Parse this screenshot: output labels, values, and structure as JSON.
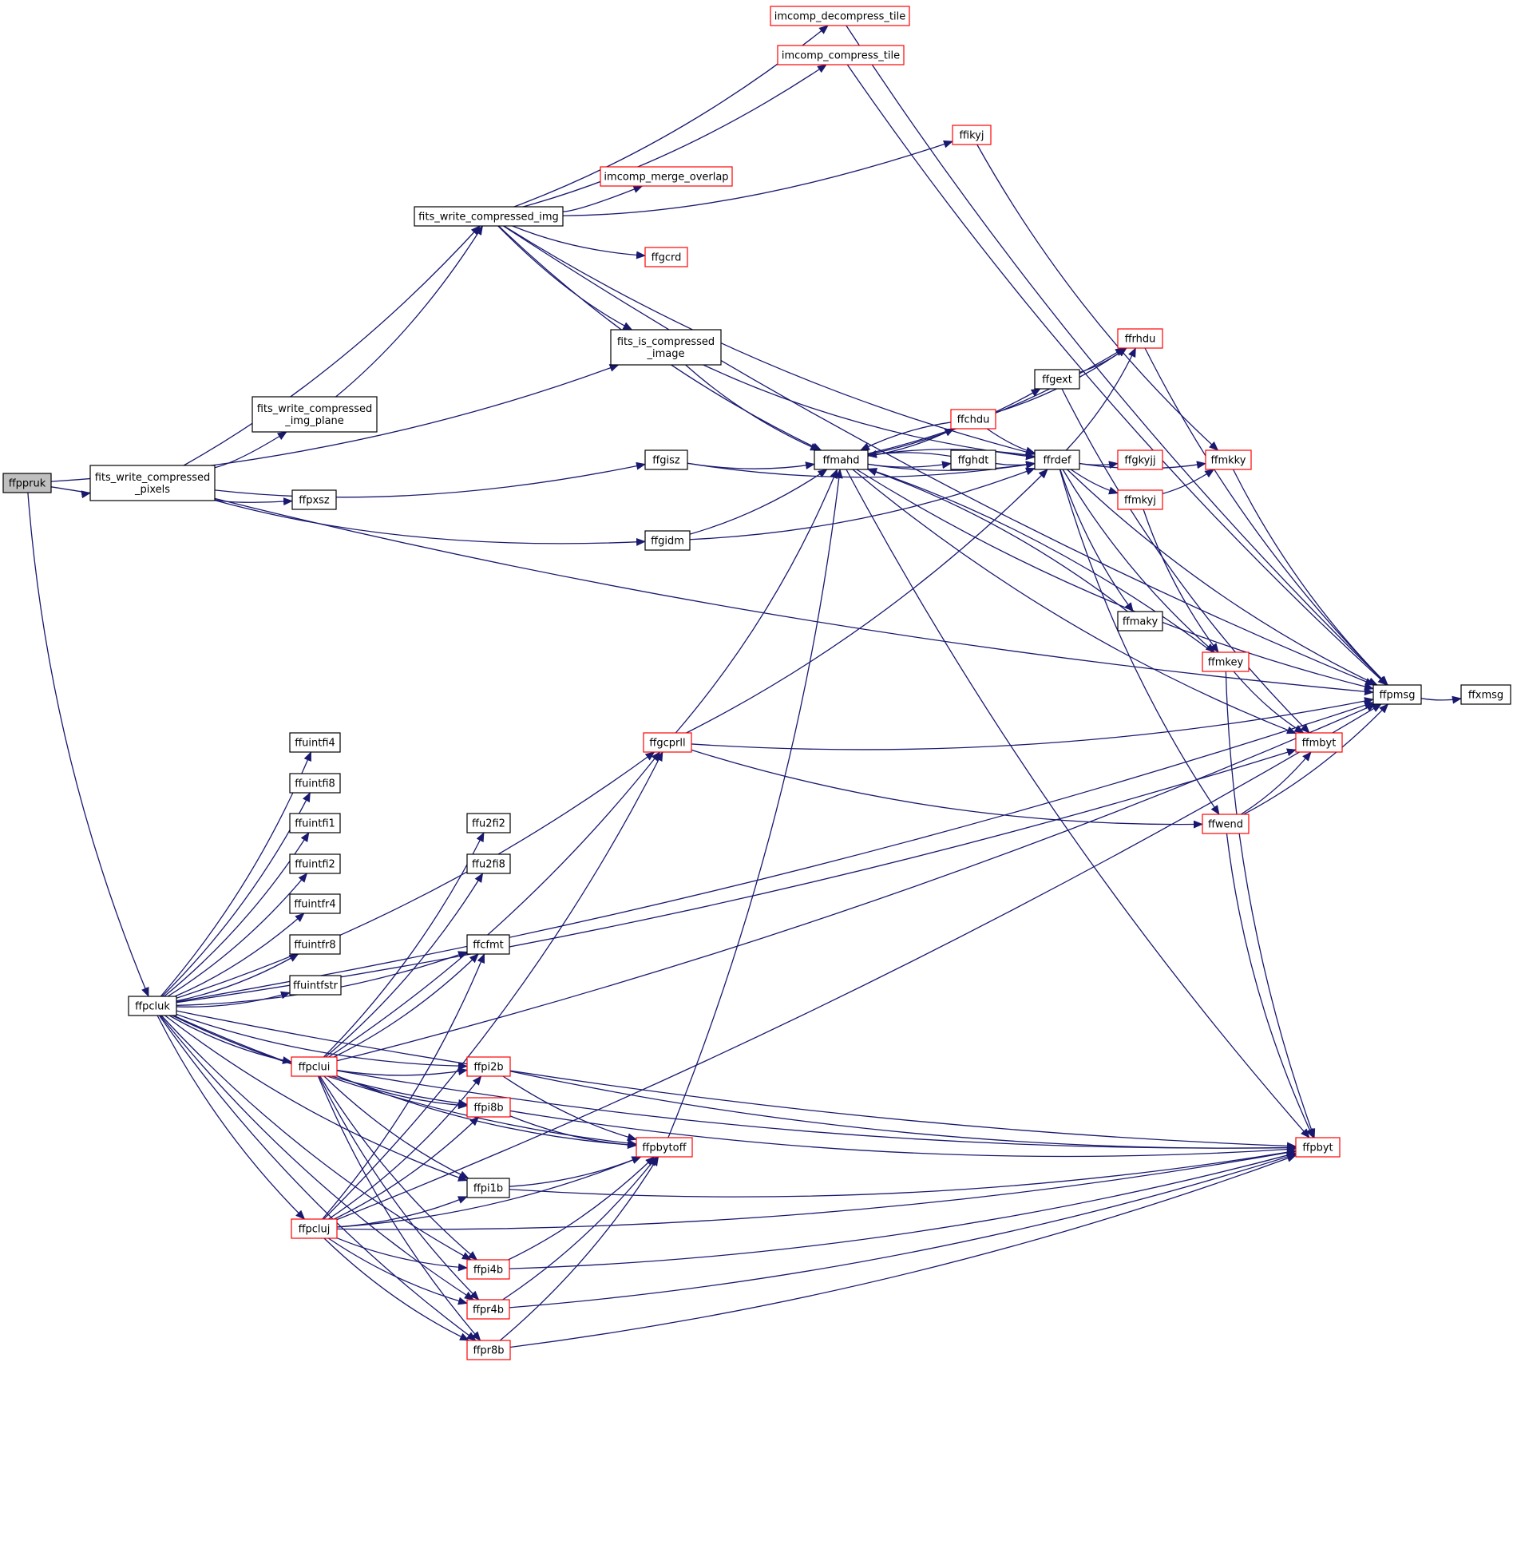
{
  "colors": {
    "edge": "#191970",
    "box_border_normal": "#000000",
    "box_border_truncated": "#ff0000",
    "root_fill": "#bfbfbf",
    "node_fill": "#ffffff",
    "background": "#ffffff"
  },
  "nodes": [
    {
      "id": "ffppruk",
      "label": [
        "ffppruk"
      ],
      "kind": "root"
    },
    {
      "id": "fits_write_compressed_pixels",
      "label": [
        "fits_write_compressed",
        "_pixels"
      ],
      "kind": "normal"
    },
    {
      "id": "fits_write_compressed_img",
      "label": [
        "fits_write_compressed_img"
      ],
      "kind": "normal"
    },
    {
      "id": "fits_write_compressed_img_plane",
      "label": [
        "fits_write_compressed",
        "_img_plane"
      ],
      "kind": "normal"
    },
    {
      "id": "fits_is_compressed_image",
      "label": [
        "fits_is_compressed",
        "_image"
      ],
      "kind": "normal"
    },
    {
      "id": "imcomp_decompress_tile",
      "label": [
        "imcomp_decompress_tile"
      ],
      "kind": "truncated"
    },
    {
      "id": "imcomp_compress_tile",
      "label": [
        "imcomp_compress_tile"
      ],
      "kind": "truncated"
    },
    {
      "id": "imcomp_merge_overlap",
      "label": [
        "imcomp_merge_overlap"
      ],
      "kind": "truncated"
    },
    {
      "id": "ffikyj",
      "label": [
        "ffikyj"
      ],
      "kind": "truncated"
    },
    {
      "id": "ffgcrd",
      "label": [
        "ffgcrd"
      ],
      "kind": "truncated"
    },
    {
      "id": "ffgisz",
      "label": [
        "ffgisz"
      ],
      "kind": "normal"
    },
    {
      "id": "ffgidm",
      "label": [
        "ffgidm"
      ],
      "kind": "normal"
    },
    {
      "id": "ffpxsz",
      "label": [
        "ffpxsz"
      ],
      "kind": "normal"
    },
    {
      "id": "ffmahd",
      "label": [
        "ffmahd"
      ],
      "kind": "normal"
    },
    {
      "id": "ffghdt",
      "label": [
        "ffghdt"
      ],
      "kind": "normal"
    },
    {
      "id": "ffchdu",
      "label": [
        "ffchdu"
      ],
      "kind": "truncated"
    },
    {
      "id": "ffgext",
      "label": [
        "ffgext"
      ],
      "kind": "normal"
    },
    {
      "id": "ffrhdu",
      "label": [
        "ffrhdu"
      ],
      "kind": "truncated"
    },
    {
      "id": "ffrdef",
      "label": [
        "ffrdef"
      ],
      "kind": "normal"
    },
    {
      "id": "ffgkyjj",
      "label": [
        "ffgkyjj"
      ],
      "kind": "truncated"
    },
    {
      "id": "ffmkky",
      "label": [
        "ffmkky"
      ],
      "kind": "truncated"
    },
    {
      "id": "ffmkyj",
      "label": [
        "ffmkyj"
      ],
      "kind": "truncated"
    },
    {
      "id": "ffmaky",
      "label": [
        "ffmaky"
      ],
      "kind": "normal"
    },
    {
      "id": "ffmkey",
      "label": [
        "ffmkey"
      ],
      "kind": "truncated"
    },
    {
      "id": "ffpmsg",
      "label": [
        "ffpmsg"
      ],
      "kind": "normal"
    },
    {
      "id": "ffxmsg",
      "label": [
        "ffxmsg"
      ],
      "kind": "normal"
    },
    {
      "id": "ffmbyt",
      "label": [
        "ffmbyt"
      ],
      "kind": "truncated"
    },
    {
      "id": "ffwend",
      "label": [
        "ffwend"
      ],
      "kind": "truncated"
    },
    {
      "id": "ffgcprll",
      "label": [
        "ffgcprll"
      ],
      "kind": "truncated"
    },
    {
      "id": "ffuintfi4",
      "label": [
        "ffuintfi4"
      ],
      "kind": "normal"
    },
    {
      "id": "ffuintfi8",
      "label": [
        "ffuintfi8"
      ],
      "kind": "normal"
    },
    {
      "id": "ffuintfi1",
      "label": [
        "ffuintfi1"
      ],
      "kind": "normal"
    },
    {
      "id": "ffuintfi2",
      "label": [
        "ffuintfi2"
      ],
      "kind": "normal"
    },
    {
      "id": "ffuintfr4",
      "label": [
        "ffuintfr4"
      ],
      "kind": "normal"
    },
    {
      "id": "ffuintfr8",
      "label": [
        "ffuintfr8"
      ],
      "kind": "normal"
    },
    {
      "id": "ffuintfstr",
      "label": [
        "ffuintfstr"
      ],
      "kind": "normal"
    },
    {
      "id": "ffpcluk",
      "label": [
        "ffpcluk"
      ],
      "kind": "normal"
    },
    {
      "id": "ffu2fi2",
      "label": [
        "ffu2fi2"
      ],
      "kind": "normal"
    },
    {
      "id": "ffu2fi8",
      "label": [
        "ffu2fi8"
      ],
      "kind": "normal"
    },
    {
      "id": "ffcfmt",
      "label": [
        "ffcfmt"
      ],
      "kind": "normal"
    },
    {
      "id": "ffpclui",
      "label": [
        "ffpclui"
      ],
      "kind": "truncated"
    },
    {
      "id": "ffpcluj",
      "label": [
        "ffpcluj"
      ],
      "kind": "truncated"
    },
    {
      "id": "ffpi2b",
      "label": [
        "ffpi2b"
      ],
      "kind": "truncated"
    },
    {
      "id": "ffpi8b",
      "label": [
        "ffpi8b"
      ],
      "kind": "truncated"
    },
    {
      "id": "ffpbytoff",
      "label": [
        "ffpbytoff"
      ],
      "kind": "truncated"
    },
    {
      "id": "ffpi1b",
      "label": [
        "ffpi1b"
      ],
      "kind": "normal"
    },
    {
      "id": "ffpi4b",
      "label": [
        "ffpi4b"
      ],
      "kind": "truncated"
    },
    {
      "id": "ffpr4b",
      "label": [
        "ffpr4b"
      ],
      "kind": "truncated"
    },
    {
      "id": "ffpr8b",
      "label": [
        "ffpr8b"
      ],
      "kind": "truncated"
    },
    {
      "id": "ffpbyt",
      "label": [
        "ffpbyt"
      ],
      "kind": "truncated"
    }
  ],
  "edges": [
    [
      "ffppruk",
      "fits_write_compressed_pixels"
    ],
    [
      "ffppruk",
      "fits_is_compressed_image"
    ],
    [
      "ffppruk",
      "ffpcluk"
    ],
    [
      "fits_write_compressed_pixels",
      "fits_write_compressed_img"
    ],
    [
      "fits_write_compressed_pixels",
      "fits_write_compressed_img_plane"
    ],
    [
      "fits_write_compressed_pixels",
      "ffgisz"
    ],
    [
      "fits_write_compressed_pixels",
      "ffpxsz"
    ],
    [
      "fits_write_compressed_pixels",
      "ffgidm"
    ],
    [
      "fits_write_compressed_pixels",
      "ffpmsg"
    ],
    [
      "fits_write_compressed_img_plane",
      "fits_write_compressed_img"
    ],
    [
      "fits_write_compressed_img",
      "imcomp_decompress_tile"
    ],
    [
      "fits_write_compressed_img",
      "imcomp_compress_tile"
    ],
    [
      "fits_write_compressed_img",
      "ffpmsg"
    ],
    [
      "fits_write_compressed_img",
      "ffikyj"
    ],
    [
      "fits_write_compressed_img",
      "imcomp_merge_overlap"
    ],
    [
      "fits_write_compressed_img",
      "ffgcrd"
    ],
    [
      "fits_write_compressed_img",
      "fits_is_compressed_image"
    ],
    [
      "fits_write_compressed_img",
      "ffmahd"
    ],
    [
      "fits_write_compressed_img",
      "ffrdef"
    ],
    [
      "imcomp_decompress_tile",
      "ffpmsg"
    ],
    [
      "imcomp_compress_tile",
      "ffpmsg"
    ],
    [
      "ffikyj",
      "ffmkky"
    ],
    [
      "fits_is_compressed_image",
      "ffmahd"
    ],
    [
      "fits_is_compressed_image",
      "ffrdef"
    ],
    [
      "ffgisz",
      "ffmahd"
    ],
    [
      "ffgisz",
      "ffrdef"
    ],
    [
      "ffgidm",
      "ffmahd"
    ],
    [
      "ffgidm",
      "ffrdef"
    ],
    [
      "ffmahd",
      "ffpmsg"
    ],
    [
      "ffmahd",
      "ffmbyt"
    ],
    [
      "ffmahd",
      "ffpbyt"
    ],
    [
      "ffmahd",
      "ffchdu"
    ],
    [
      "ffmahd",
      "ffghdt"
    ],
    [
      "ffmahd",
      "ffgext"
    ],
    [
      "ffmahd",
      "ffrhdu"
    ],
    [
      "ffmahd",
      "ffrdef"
    ],
    [
      "ffghdt",
      "ffmahd"
    ],
    [
      "ffghdt",
      "ffrdef"
    ],
    [
      "ffchdu",
      "ffmahd"
    ],
    [
      "ffchdu",
      "ffrdef"
    ],
    [
      "ffchdu",
      "ffrhdu"
    ],
    [
      "ffgext",
      "ffrhdu"
    ],
    [
      "ffgext",
      "ffmbyt"
    ],
    [
      "ffrhdu",
      "ffpmsg"
    ],
    [
      "ffrdef",
      "ffmahd"
    ],
    [
      "ffrdef",
      "ffrhdu"
    ],
    [
      "ffrdef",
      "ffpmsg"
    ],
    [
      "ffrdef",
      "ffgkyjj"
    ],
    [
      "ffrdef",
      "ffmkky"
    ],
    [
      "ffrdef",
      "ffmkyj"
    ],
    [
      "ffrdef",
      "ffmaky"
    ],
    [
      "ffrdef",
      "ffmkey"
    ],
    [
      "ffrdef",
      "ffwend"
    ],
    [
      "ffmkyj",
      "ffmkky"
    ],
    [
      "ffmkyj",
      "ffmkey"
    ],
    [
      "ffmkky",
      "ffpmsg"
    ],
    [
      "ffmaky",
      "ffmahd"
    ],
    [
      "ffmkey",
      "ffmahd"
    ],
    [
      "ffmkey",
      "ffmbyt"
    ],
    [
      "ffmkey",
      "ffpbyt"
    ],
    [
      "ffwend",
      "ffmbyt"
    ],
    [
      "ffwend",
      "ffpmsg"
    ],
    [
      "ffwend",
      "ffpbyt"
    ],
    [
      "ffpmsg",
      "ffxmsg"
    ],
    [
      "ffgcprll",
      "ffmahd"
    ],
    [
      "ffgcprll",
      "ffrdef"
    ],
    [
      "ffgcprll",
      "ffwend"
    ],
    [
      "ffgcprll",
      "ffpmsg"
    ],
    [
      "ffpcluk",
      "ffuintfi4"
    ],
    [
      "ffpcluk",
      "ffuintfi8"
    ],
    [
      "ffpcluk",
      "ffuintfi1"
    ],
    [
      "ffpcluk",
      "ffuintfi2"
    ],
    [
      "ffpcluk",
      "ffuintfr4"
    ],
    [
      "ffpcluk",
      "ffuintfr8"
    ],
    [
      "ffpcluk",
      "ffuintfstr"
    ],
    [
      "ffpcluk",
      "ffgcprll"
    ],
    [
      "ffpcluk",
      "ffpbytoff"
    ],
    [
      "ffpcluk",
      "ffcfmt"
    ],
    [
      "ffpcluk",
      "ffmbyt"
    ],
    [
      "ffpcluk",
      "ffpmsg"
    ],
    [
      "ffpcluk",
      "ffpclui"
    ],
    [
      "ffpcluk",
      "ffpcluj"
    ],
    [
      "ffpcluk",
      "ffpi2b"
    ],
    [
      "ffpcluk",
      "ffpi8b"
    ],
    [
      "ffpcluk",
      "ffpi1b"
    ],
    [
      "ffpcluk",
      "ffpi4b"
    ],
    [
      "ffpcluk",
      "ffpr4b"
    ],
    [
      "ffpcluk",
      "ffpr8b"
    ],
    [
      "ffpcluk",
      "ffpbyt"
    ],
    [
      "ffpclui",
      "ffgcprll"
    ],
    [
      "ffpclui",
      "ffu2fi2"
    ],
    [
      "ffpclui",
      "ffu2fi8"
    ],
    [
      "ffpclui",
      "ffcfmt"
    ],
    [
      "ffpclui",
      "ffpbytoff"
    ],
    [
      "ffpclui",
      "ffpmsg"
    ],
    [
      "ffpclui",
      "ffpi2b"
    ],
    [
      "ffpclui",
      "ffpi8b"
    ],
    [
      "ffpclui",
      "ffpi1b"
    ],
    [
      "ffpclui",
      "ffpi4b"
    ],
    [
      "ffpclui",
      "ffpr4b"
    ],
    [
      "ffpclui",
      "ffpr8b"
    ],
    [
      "ffpclui",
      "ffpbyt"
    ],
    [
      "ffpcluj",
      "ffgcprll"
    ],
    [
      "ffpcluj",
      "ffcfmt"
    ],
    [
      "ffpcluj",
      "ffpbytoff"
    ],
    [
      "ffpcluj",
      "ffpi2b"
    ],
    [
      "ffpcluj",
      "ffpi8b"
    ],
    [
      "ffpcluj",
      "ffpi1b"
    ],
    [
      "ffpcluj",
      "ffpi4b"
    ],
    [
      "ffpcluj",
      "ffpr4b"
    ],
    [
      "ffpcluj",
      "ffpr8b"
    ],
    [
      "ffpcluj",
      "ffpbyt"
    ],
    [
      "ffpcluj",
      "ffpmsg"
    ],
    [
      "ffpi2b",
      "ffpbytoff"
    ],
    [
      "ffpi2b",
      "ffpbyt"
    ],
    [
      "ffpi8b",
      "ffpbytoff"
    ],
    [
      "ffpi8b",
      "ffpbyt"
    ],
    [
      "ffpi1b",
      "ffpbytoff"
    ],
    [
      "ffpi1b",
      "ffpbyt"
    ],
    [
      "ffpi4b",
      "ffpbytoff"
    ],
    [
      "ffpi4b",
      "ffpbyt"
    ],
    [
      "ffpr4b",
      "ffpbytoff"
    ],
    [
      "ffpr4b",
      "ffpbyt"
    ],
    [
      "ffpr8b",
      "ffpbytoff"
    ],
    [
      "ffpr8b",
      "ffpbyt"
    ],
    [
      "ffpbytoff",
      "ffmahd"
    ]
  ]
}
